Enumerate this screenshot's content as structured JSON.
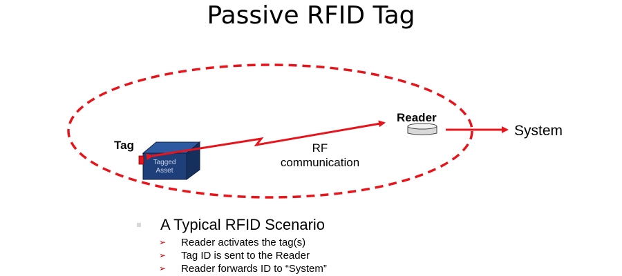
{
  "title": "Passive RFID Tag",
  "diagram": {
    "tag_label": "Tag",
    "asset_text_line1": "Tagged",
    "asset_text_line2": "Asset",
    "reader_label": "Reader",
    "rf_label_line1": "RF",
    "rf_label_line2": "communication",
    "system_label": "System",
    "colors": {
      "range_ellipse": "#e8141c",
      "arrows": "#e8141c",
      "asset_box": "#1f3f7a",
      "asset_box_top": "#2d5aa0",
      "tag_chip": "#e8141c",
      "reader_device": "#d9d9d9"
    }
  },
  "scenario": {
    "heading": "A Typical RFID Scenario",
    "items": [
      "Reader activates the tag(s)",
      "Tag ID is sent to the Reader",
      "Reader forwards ID to “System”"
    ],
    "bullet_marker": "➢"
  }
}
